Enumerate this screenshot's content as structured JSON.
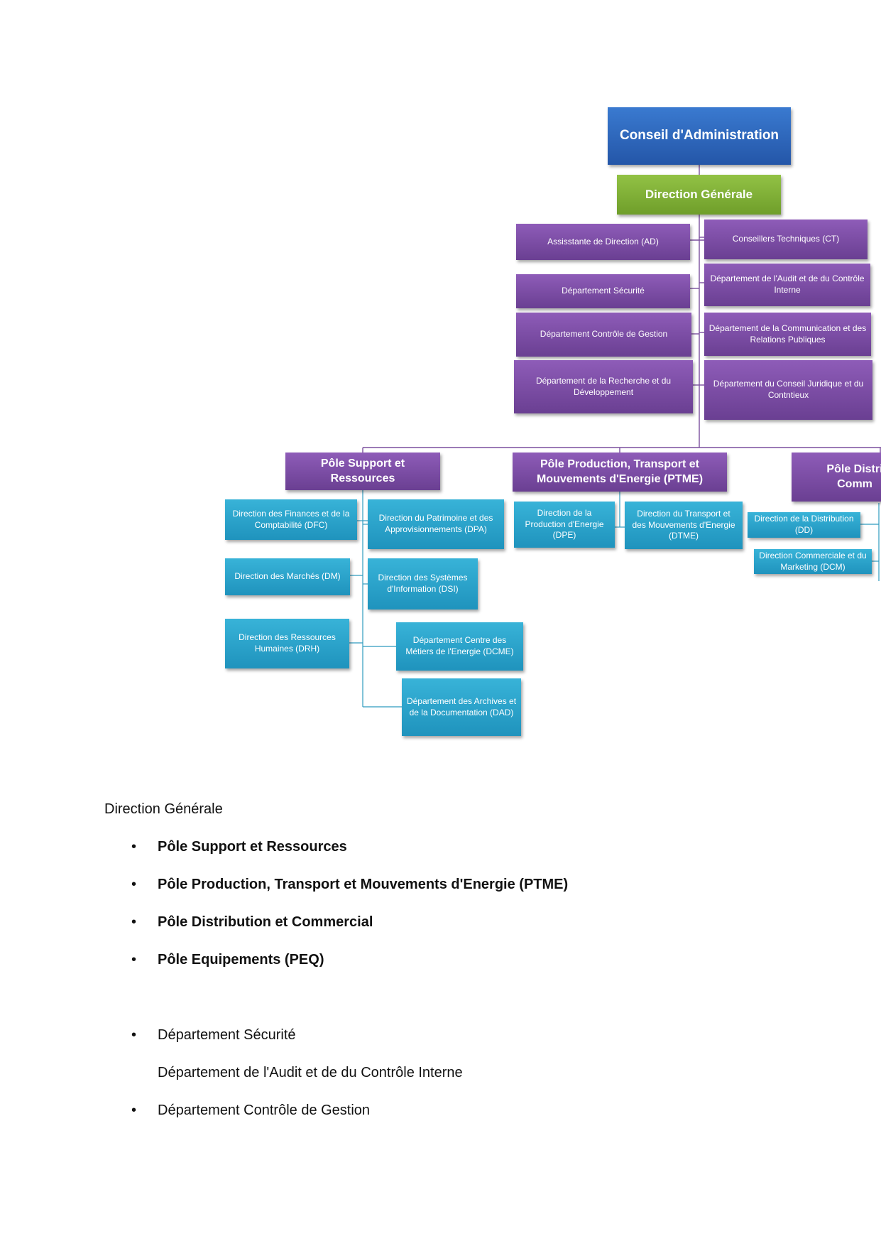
{
  "colors": {
    "top_box": "#2f68bf",
    "direction_box": "#82b53b",
    "department_box": "#7d4fa8",
    "pole_box": "#7d4fa8",
    "direction_unit_box": "#2ba5cc",
    "connector_purple": "#7a4f9e",
    "connector_teal": "#2f9bbf"
  },
  "orgchart": {
    "board": "Conseil d'Administration",
    "general_direction": "Direction Générale",
    "staff_left": [
      "Assisstante de Direction (AD)",
      "Département Sécurité",
      "Département Contrôle de Gestion",
      "Département de la Recherche et du Développement"
    ],
    "staff_right": [
      "Conseillers Techniques (CT)",
      "Département de l'Audit et de du Contrôle Interne",
      "Département de la Communication et des Relations Publiques",
      "Département du Conseil Juridique et du Contntieux"
    ],
    "poles": {
      "support": {
        "title": "Pôle Support et Ressources",
        "left_units": [
          "Direction des Finances et de la Comptabilité (DFC)",
          "Direction des Marchés (DM)",
          "Direction des Ressources Humaines (DRH)"
        ],
        "right_units": [
          "Direction du Patrimoine et des Approvisionnements (DPA)",
          "Direction des Systèmes d'Information (DSI)",
          "Département Centre des Métiers de l'Energie (DCME)",
          "Département des Archives et de la Documentation (DAD)"
        ]
      },
      "production": {
        "title": "Pôle Production, Transport et Mouvements d'Energie (PTME)",
        "units": [
          "Direction de la Production d'Energie (DPE)",
          "Direction du Transport et des Mouvements d'Energie (DTME)"
        ]
      },
      "distribution": {
        "title": "Pôle Distri Comm",
        "units": [
          "Direction de la Distribution (DD)",
          "Direction Commerciale et du Marketing (DCM)"
        ]
      }
    }
  },
  "document": {
    "heading": "Direction Générale",
    "pole_list": [
      "Pôle Support et Ressources",
      "Pôle Production, Transport et Mouvements d'Energie (PTME)",
      "Pôle Distribution et Commercial",
      "Pôle Equipements (PEQ)"
    ],
    "bullet_char": "•",
    "dept_item_1": "Département Sécurité",
    "dept_indented": "Département de l'Audit et de du Contrôle Interne",
    "dept_item_2": "Département Contrôle de Gestion"
  }
}
